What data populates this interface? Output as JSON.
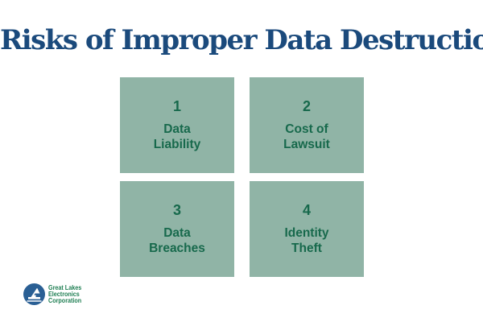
{
  "page": {
    "title": "Risks of Improper Data Destruction"
  },
  "risks": [
    {
      "number": "1",
      "label": "Data\nLiability"
    },
    {
      "number": "2",
      "label": "Cost of\nLawsuit"
    },
    {
      "number": "3",
      "label": "Data\nBreaches"
    },
    {
      "number": "4",
      "label": "Identity\nTheft"
    }
  ],
  "logo": {
    "icon": "crane-barge-icon",
    "lines": [
      "Great Lakes",
      "Electronics",
      "Corporation"
    ]
  },
  "colors": {
    "background": "#ffffff",
    "title": "#1b4a7c",
    "box_bg": "#90b4a6",
    "box_text": "#17694c",
    "logo_blue": "#2a5f94",
    "logo_green": "#1e7e52"
  }
}
